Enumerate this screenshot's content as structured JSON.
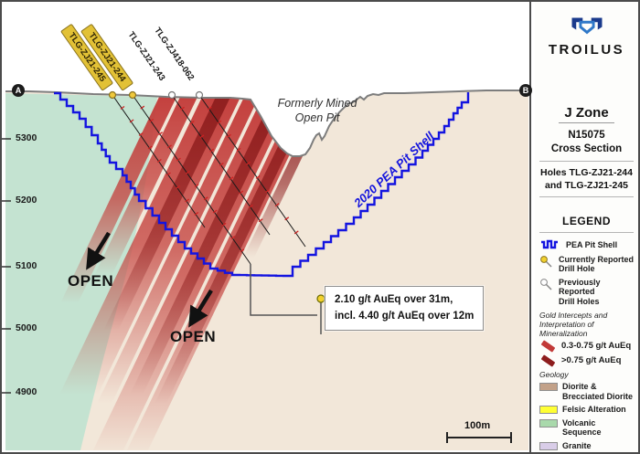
{
  "panel": {
    "brand": "TROILUS",
    "zone": "J Zone",
    "section_id": "N15075",
    "section_type": "Cross Section",
    "holes_line1": "Holes TLG-ZJ21-244",
    "holes_line2": "and TLG-ZJ21-245"
  },
  "legend": {
    "title": "LEGEND",
    "pea_pit_shell": "PEA Pit Shell",
    "current_hole_line1": "Currently Reported",
    "current_hole_line2": "Drill Hole",
    "previous_hole_line1": "Previously Reported",
    "previous_hole_line2": "Drill Holes",
    "intercepts_heading_line1": "Gold Intercepts and",
    "intercepts_heading_line2": "Interpretation of Mineralization",
    "grade_low": "0.3-0.75 g/t AuEq",
    "grade_high": ">0.75 g/t AuEq",
    "geology_heading": "Geology",
    "geo_diorite_line1": "Diorite &",
    "geo_diorite_line2": "Brecciated Diorite",
    "geo_felsic": "Felsic Alteration",
    "geo_volcanic": "Volcanic Sequence",
    "geo_granite": "Granite"
  },
  "section": {
    "marker_a": "A",
    "marker_b": "B",
    "drill_labels": [
      {
        "label": "TLG-ZJ21-245",
        "highlighted": true
      },
      {
        "label": "TLG-ZJ21-244",
        "highlighted": true
      },
      {
        "label": "TLG-ZJ21-243",
        "highlighted": false
      },
      {
        "label": "TLG-ZJ418-062",
        "highlighted": false
      }
    ],
    "formerly_mined_line1": "Formerly Mined",
    "formerly_mined_line2": "Open Pit",
    "pea_shell_label": "2020 PEA Pit Shell",
    "open_label_1": "OPEN",
    "open_label_2": "OPEN",
    "annotation_line1": "2.10 g/t AuEq over 31m,",
    "annotation_line2": "incl. 4.40 g/t AuEq over 12m",
    "scale_label": "100m",
    "elevations": [
      "5300",
      "5200",
      "5100",
      "5000",
      "4900"
    ]
  },
  "colors": {
    "pit_shell_blue": "#1414e0",
    "grade_low_red": "#c23a38",
    "grade_high_red": "#8d1d1d",
    "diorite_tan": "#c2a188",
    "felsic_yellow": "#ffff33",
    "volcanic_green": "#a9d9ab",
    "granite_lavender": "#d9cde8",
    "highlight_label_gold": "#e2c136"
  }
}
